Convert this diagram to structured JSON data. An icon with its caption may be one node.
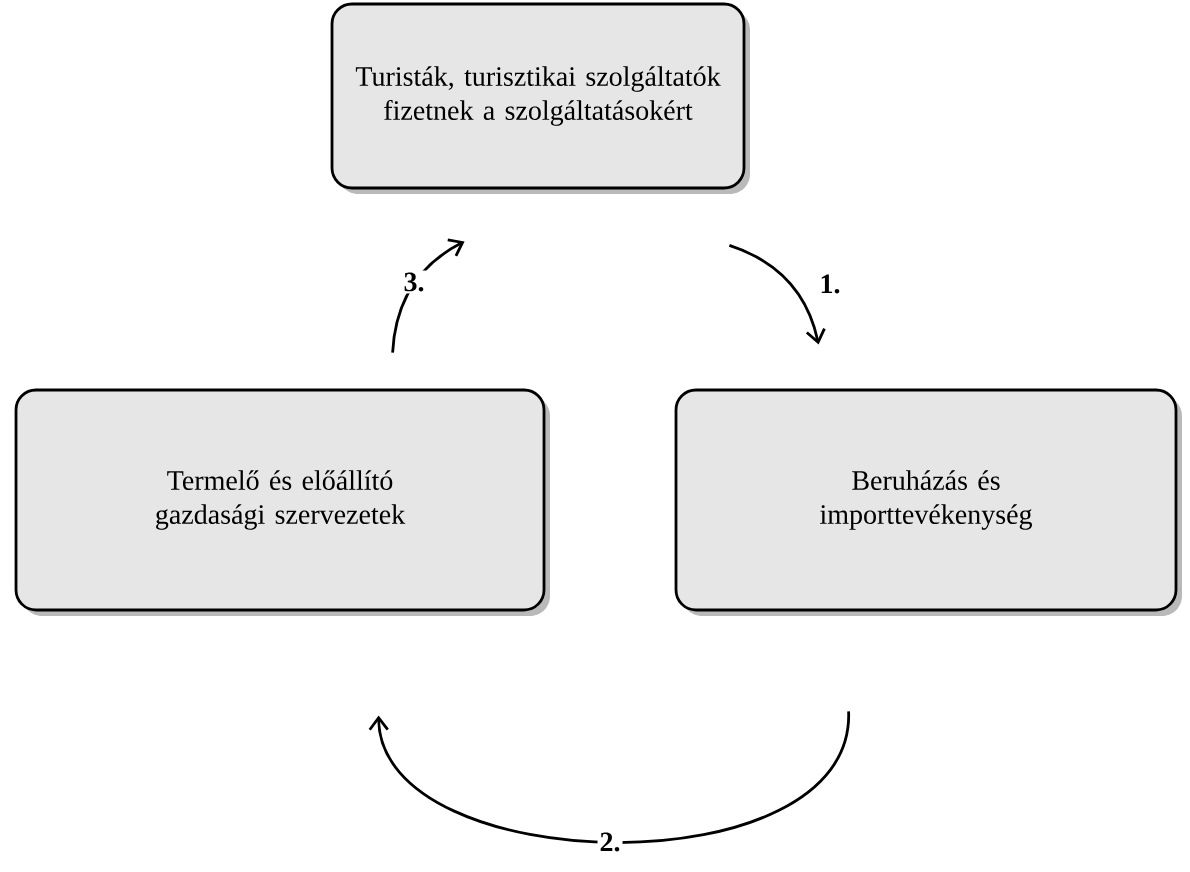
{
  "diagram": {
    "nodes": [
      {
        "text": [
          "Turisták, turisztikai szolgáltatók fizetnek a szolgáltatásokért"
        ]
      },
      {
        "text": [
          "Termelő és előállító gazdasági szervezetek"
        ]
      },
      {
        "text": [
          "Beruházás és importtevékenység"
        ]
      }
    ],
    "edges": [
      {
        "from": 0,
        "to": 2,
        "arrow": "to",
        "label": "1."
      },
      {
        "from": 2,
        "to": 1,
        "arrow": "to",
        "label": "2."
      },
      {
        "from": 1,
        "to": 0,
        "arrow": "to",
        "label": "3."
      }
    ]
  }
}
